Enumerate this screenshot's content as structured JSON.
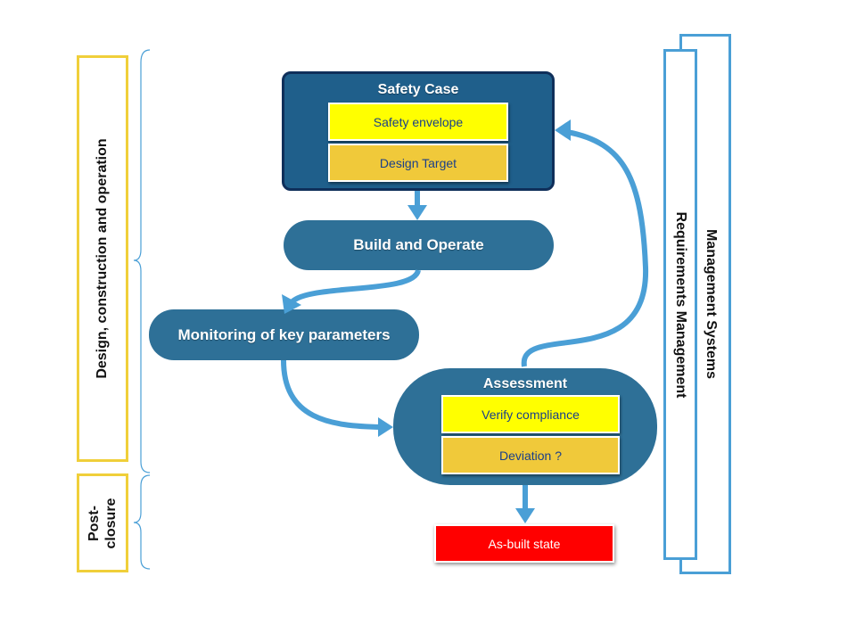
{
  "phases": {
    "design": "Design, construction and operation",
    "post_closure": "Post-\nclosure"
  },
  "safety_case": {
    "title": "Safety Case",
    "items": [
      "Safety envelope",
      "Design Target"
    ]
  },
  "build_operate": "Build and Operate",
  "monitoring": "Monitoring of key parameters",
  "assessment": {
    "title": "Assessment",
    "items": [
      "Verify compliance",
      "Deviation ?"
    ]
  },
  "as_built": "As-built state",
  "management": {
    "outer": "Management Systems",
    "inner": "Requirements Management"
  },
  "colors": {
    "block_blue": "#2e7097",
    "safety_case_blue": "#1f5f8b",
    "arrow_blue": "#4a9fd6",
    "phase_border": "#f0cf3a",
    "yellow": "#ffff00",
    "gold": "#f0c93a",
    "red": "#ff0000"
  }
}
